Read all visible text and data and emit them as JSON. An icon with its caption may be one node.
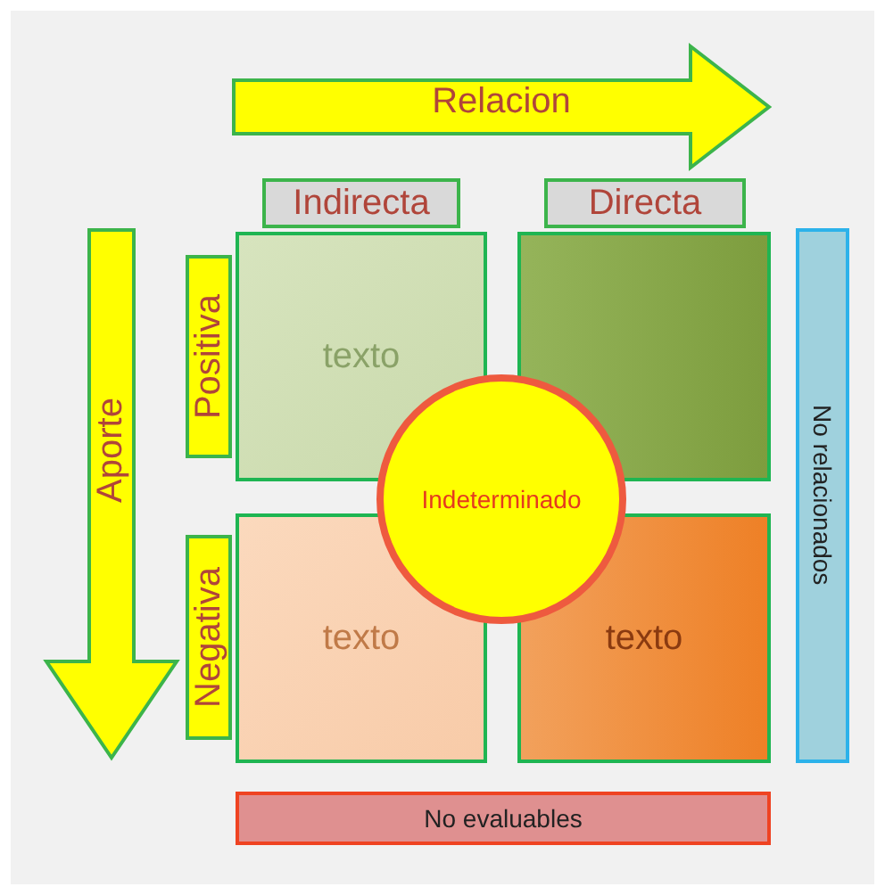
{
  "diagram": {
    "nodes": [
      {
        "text": [
          "Relacion"
        ]
      },
      {
        "text": [
          "Indirecta"
        ]
      },
      {
        "text": [
          "Directa"
        ]
      },
      {
        "text": [
          "Aporte"
        ]
      },
      {
        "text": [
          "Positiva"
        ]
      },
      {
        "text": [
          "texto"
        ]
      },
      {
        "text": [],
        "shape": "box"
      },
      {
        "text": [
          "No relacionados"
        ]
      },
      {
        "text": [
          "Indeterminado"
        ]
      },
      {
        "text": [
          "Negativa"
        ]
      },
      {
        "text": [
          "texto"
        ]
      },
      {
        "text": [
          "texto"
        ]
      },
      {
        "text": [
          "No evaluables"
        ]
      }
    ]
  }
}
